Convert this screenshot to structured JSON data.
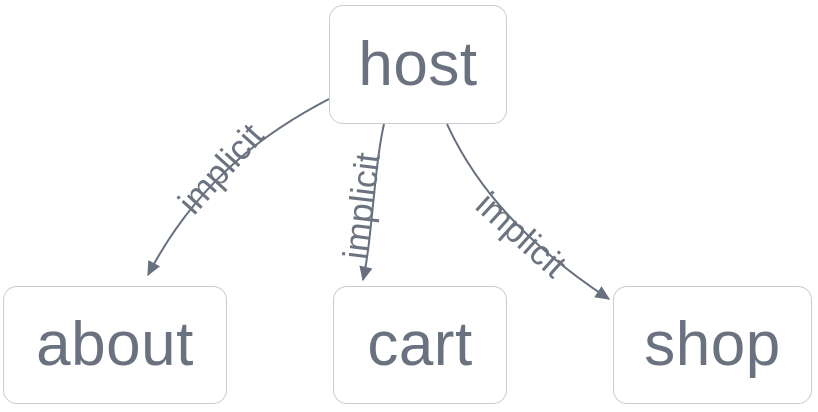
{
  "diagram": {
    "type": "dependency-graph",
    "background_color": "#ffffff",
    "node_fill_color": "#ffffff",
    "node_border_color": "#c9cdd3",
    "node_text_color": "#6a7280",
    "edge_color": "#67707f",
    "edge_label_color": "#6b7380",
    "nodes": [
      {
        "id": "host",
        "label": "host"
      },
      {
        "id": "about",
        "label": "about"
      },
      {
        "id": "cart",
        "label": "cart"
      },
      {
        "id": "shop",
        "label": "shop"
      }
    ],
    "edges": [
      {
        "from": "host",
        "to": "about",
        "label": "implicit"
      },
      {
        "from": "host",
        "to": "cart",
        "label": "implicit"
      },
      {
        "from": "host",
        "to": "shop",
        "label": "implicit"
      }
    ]
  }
}
